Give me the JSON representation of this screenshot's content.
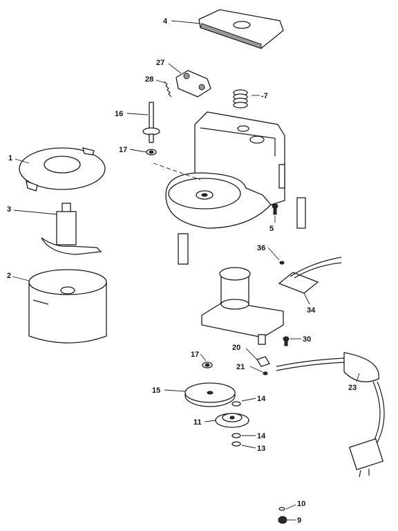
{
  "callouts": {
    "c1": "1",
    "c2": "2",
    "c3": "3",
    "c4": "4",
    "c5": "5",
    "c7": "-7",
    "c9": "9",
    "c10": "10",
    "c11": "11",
    "c13": "13",
    "c14a": "14",
    "c14b": "14",
    "c15": "15",
    "c16": "16",
    "c17a": "17",
    "c17b": "17",
    "c20": "20",
    "c21": "21",
    "c23": "23",
    "c27": "27",
    "c28": "28",
    "c30": "30",
    "c34": "34",
    "c36": "36"
  }
}
